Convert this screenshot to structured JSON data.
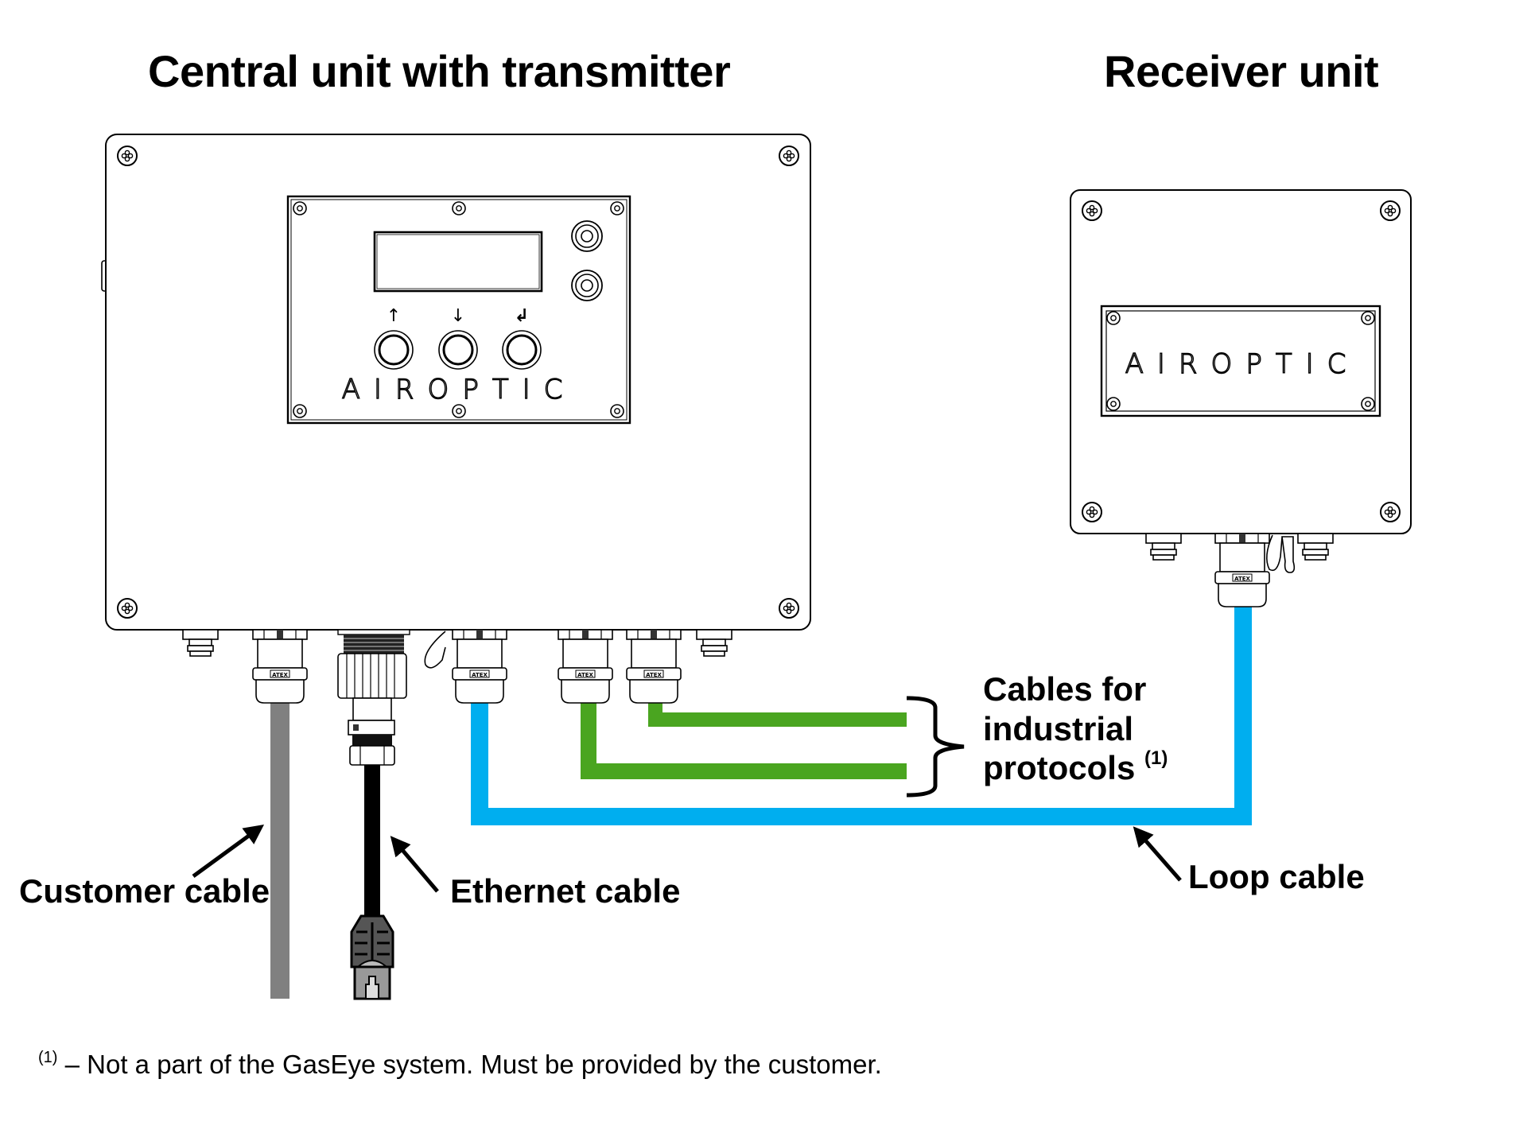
{
  "titles": {
    "central_unit": "Central unit with transmitter",
    "receiver_unit": "Receiver unit"
  },
  "central_unit": {
    "brand": "AIROPTIC",
    "buttons": [
      {
        "icon": "arrow-up-icon",
        "glyph": "↑"
      },
      {
        "icon": "arrow-down-icon",
        "glyph": "↓"
      },
      {
        "icon": "enter-icon",
        "glyph": "↲"
      }
    ],
    "gland_marking": "ATEX"
  },
  "receiver_unit": {
    "brand": "AIROPTIC",
    "gland_marking": "ATEX"
  },
  "cables": [
    {
      "id": "customer",
      "label": "Customer cable",
      "color": "#808080"
    },
    {
      "id": "ethernet",
      "label": "Ethernet cable",
      "color": "#000000"
    },
    {
      "id": "industrial",
      "label_lines": [
        "Cables for",
        "industrial",
        "protocols"
      ],
      "footnote_mark": "(1)",
      "color": "#4aa520"
    },
    {
      "id": "loop",
      "label": "Loop cable",
      "color": "#00aeef"
    }
  ],
  "footnote": {
    "mark": "(1)",
    "text": "– Not a part of the GasEye system. Must be provided by the customer."
  }
}
